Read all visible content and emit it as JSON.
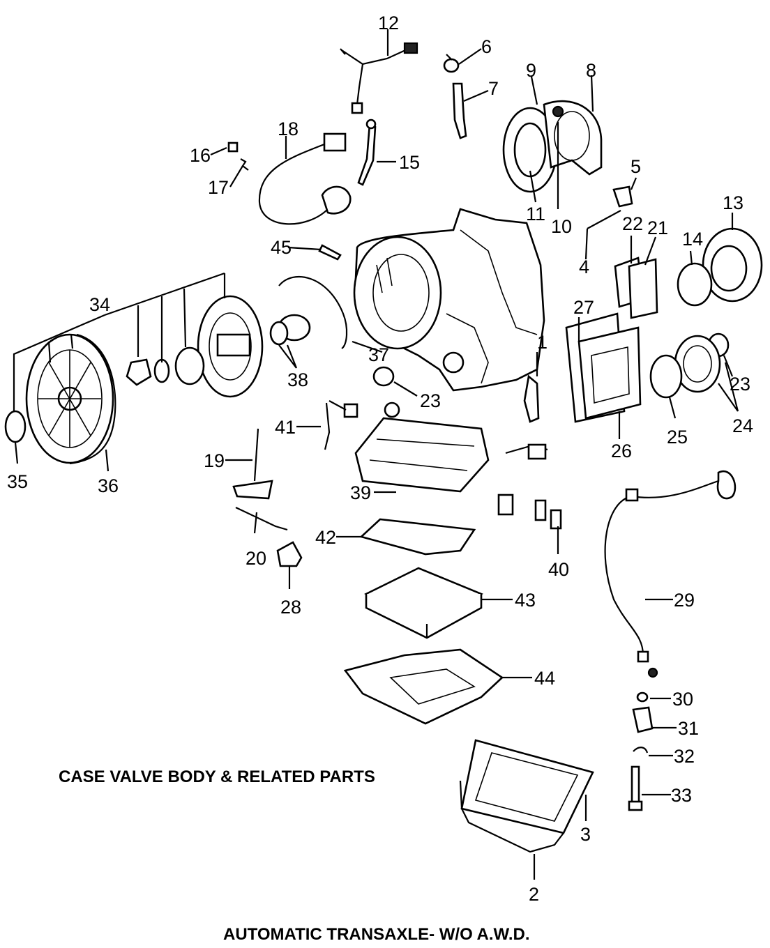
{
  "caption_section": "CASE VALVE BODY & RELATED PARTS",
  "caption_title": "AUTOMATIC TRANSAXLE- W/O A.W.D.",
  "callouts": {
    "n1": "1",
    "n2": "2",
    "n3": "3",
    "n4": "4",
    "n5": "5",
    "n6": "6",
    "n7": "7",
    "n8": "8",
    "n9": "9",
    "n10": "10",
    "n11": "11",
    "n12": "12",
    "n13": "13",
    "n14": "14",
    "n15": "15",
    "n16": "16",
    "n17": "17",
    "n18": "18",
    "n19": "19",
    "n20": "20",
    "n21": "21",
    "n22": "22",
    "n23a": "23",
    "n23b": "23",
    "n24": "24",
    "n25": "25",
    "n26": "26",
    "n27": "27",
    "n28": "28",
    "n29": "29",
    "n30": "30",
    "n31": "31",
    "n32": "32",
    "n33": "33",
    "n34": "34",
    "n35": "35",
    "n36": "36",
    "n37": "37",
    "n38": "38",
    "n39": "39",
    "n40": "40",
    "n41": "41",
    "n42": "42",
    "n43": "43",
    "n44": "44",
    "n45": "45"
  }
}
